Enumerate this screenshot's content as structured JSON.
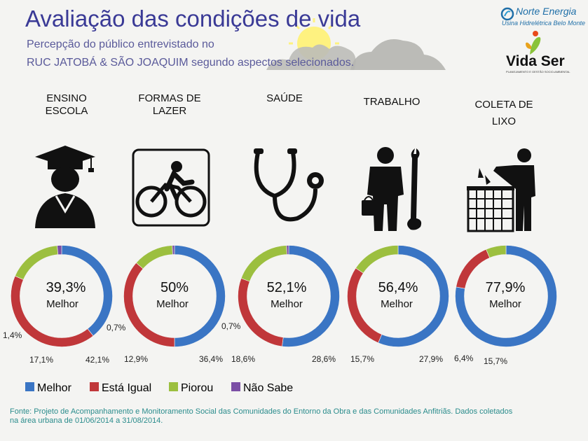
{
  "title": "Avaliação das condições de vida",
  "subtitle_line1": "Percepção do público entrevistado no",
  "subtitle_line2": "RUC JATOBÁ & SÃO JOAQUIM segundo aspectos selecionados.",
  "brands": {
    "norte_energia": "Norte Energia",
    "norte_energia_sub": "Usina Hidrelétrica Belo Monte",
    "vida_ser": "Vida Ser",
    "vida_ser_sub": "PLANEJAMENTO E GESTÃO SOCIO-AMBIENTAL"
  },
  "colors": {
    "melhor": "#3a75c4",
    "esta_igual": "#c0373a",
    "piorou": "#9cbf3f",
    "nao_sabe": "#7b4fa5"
  },
  "icons": [
    "graduate-icon",
    "cyclist-icon",
    "stethoscope-icon",
    "worker-icon",
    "trash-icon"
  ],
  "legend": [
    "Melhor",
    "Está Igual",
    "Piorou",
    "Não Sabe"
  ],
  "chart_data": {
    "type": "pie",
    "series_names": [
      "Melhor",
      "Está Igual",
      "Piorou",
      "Não Sabe"
    ],
    "charts": [
      {
        "category_line1": "ENSINO",
        "category_line2": "ESCOLA",
        "center_value": "39,3%",
        "center_label": "Melhor",
        "values": [
          39.3,
          42.1,
          17.1,
          1.4
        ],
        "value_labels": [
          "39,3%",
          "42,1%",
          "17,1%",
          "1,4%"
        ]
      },
      {
        "category_line1": "FORMAS DE",
        "category_line2": "LAZER",
        "center_value": "50%",
        "center_label": "Melhor",
        "values": [
          50,
          36.4,
          12.9,
          0.7
        ],
        "value_labels": [
          "50%",
          "36,4%",
          "12,9%",
          "0,7%"
        ]
      },
      {
        "category_line1": "SAÚDE",
        "category_line2": "",
        "center_value": "52,1%",
        "center_label": "Melhor",
        "values": [
          52.1,
          28.6,
          18.6,
          0.7
        ],
        "value_labels": [
          "52,1%",
          "28,6%",
          "18,6%",
          "0,7%"
        ]
      },
      {
        "category_line1": "TRABALHO",
        "category_line2": "",
        "center_value": "56,4%",
        "center_label": "Melhor",
        "values": [
          56.4,
          27.9,
          15.7,
          0
        ],
        "value_labels": [
          "56,4%",
          "27,9%",
          "15,7%",
          ""
        ]
      },
      {
        "category_line1": "COLETA DE",
        "category_line2": "LIXO",
        "center_value": "77,9%",
        "center_label": "Melhor",
        "values": [
          77.9,
          15.7,
          6.4,
          0
        ],
        "value_labels": [
          "77,9%",
          "15,7%",
          "6,4%",
          ""
        ]
      }
    ]
  },
  "footer_line1": "Fonte: Projeto de Acompanhamento e Monitoramento Social das Comunidades do Entorno da Obra e das Comunidades Anfitriãs. Dados coletados",
  "footer_line2": "na área urbana de 01/06/2014 a 31/08/2014."
}
